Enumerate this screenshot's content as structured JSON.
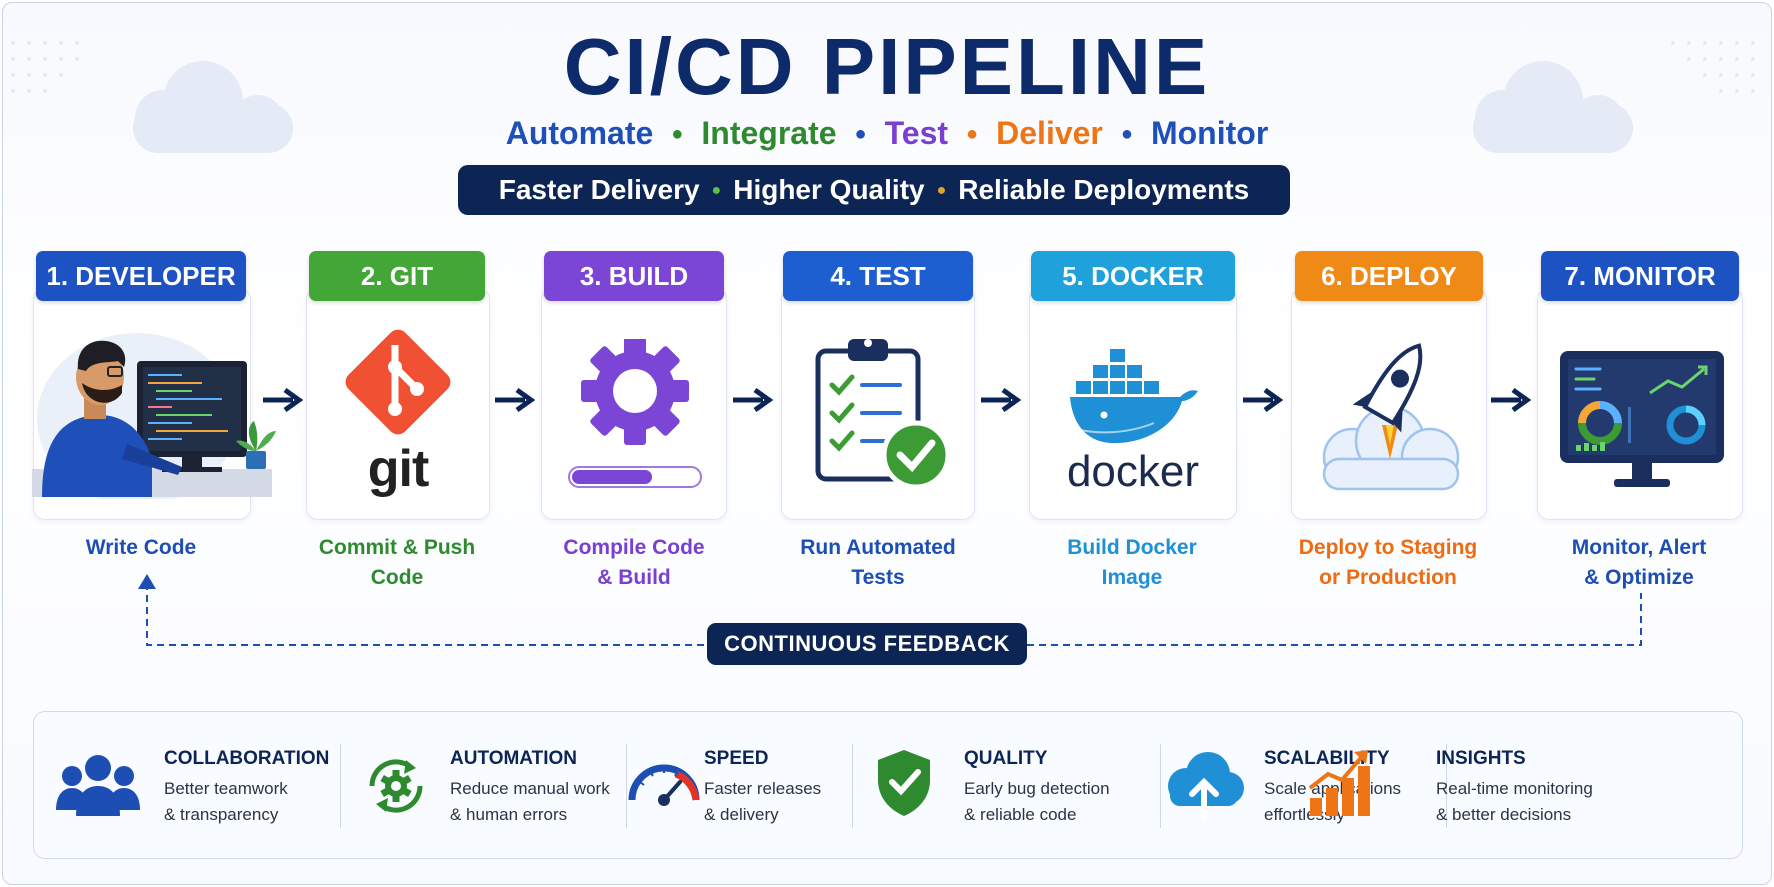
{
  "title": "CI/CD PIPELINE",
  "tagline": [
    {
      "text": "Automate",
      "color": "#1f4fb8"
    },
    {
      "text": "Integrate",
      "color": "#2f8a2f"
    },
    {
      "text": "Test",
      "color": "#7a3fd0"
    },
    {
      "text": "Deliver",
      "color": "#ee7516"
    },
    {
      "text": "Monitor",
      "color": "#1f4fb8"
    }
  ],
  "banner": [
    "Faster Delivery",
    "Higher Quality",
    "Reliable Deployments"
  ],
  "steps": [
    {
      "label": "1. DEVELOPER",
      "caption": [
        "Write Code"
      ],
      "color": "#1d52c2",
      "caption_color": "#1d4eb3",
      "icon": "developer-illustration"
    },
    {
      "label": "2. GIT",
      "caption": [
        "Commit & Push",
        "Code"
      ],
      "color": "#43a737",
      "caption_color": "#2f8a2f",
      "icon": "git-logo-icon"
    },
    {
      "label": "3. BUILD",
      "caption": [
        "Compile Code",
        "& Build"
      ],
      "color": "#7b45d6",
      "caption_color": "#7a3fd0",
      "icon": "gear-icon"
    },
    {
      "label": "4. TEST",
      "caption": [
        "Run Automated",
        "Tests"
      ],
      "color": "#1d5fd0",
      "caption_color": "#1d4eb3",
      "icon": "clipboard-check-icon"
    },
    {
      "label": "5. DOCKER",
      "caption": [
        "Build Docker",
        "Image"
      ],
      "color": "#1fa2dc",
      "caption_color": "#1f8fd6",
      "icon": "docker-whale-icon"
    },
    {
      "label": "6. DEPLOY",
      "caption": [
        "Deploy to Staging",
        "or Production"
      ],
      "color": "#f08a17",
      "caption_color": "#ee6b12",
      "icon": "rocket-icon"
    },
    {
      "label": "7. MONITOR",
      "caption": [
        "Monitor, Alert",
        "& Optimize"
      ],
      "color": "#1d52c2",
      "caption_color": "#1d4eb3",
      "icon": "monitor-dashboard-icon"
    }
  ],
  "docker_word": "docker",
  "git_word": "git",
  "feedback": "CONTINUOUS FEEDBACK",
  "benefits": [
    {
      "title": "COLLABORATION",
      "desc": [
        "Better teamwork",
        "& transparency"
      ],
      "icon": "team-icon"
    },
    {
      "title": "AUTOMATION",
      "desc": [
        "Reduce manual work",
        "& human errors"
      ],
      "icon": "automation-gear-icon"
    },
    {
      "title": "SPEED",
      "desc": [
        "Faster releases",
        "& delivery"
      ],
      "icon": "speedometer-icon"
    },
    {
      "title": "QUALITY",
      "desc": [
        "Early bug detection",
        "& reliable code"
      ],
      "icon": "shield-check-icon"
    },
    {
      "title": "SCALABILITY",
      "desc": [
        "Scale applications",
        "effortlessly"
      ],
      "icon": "cloud-upload-icon"
    },
    {
      "title": "INSIGHTS",
      "desc": [
        "Real-time monitoring",
        "& better decisions"
      ],
      "icon": "growth-chart-icon"
    }
  ]
}
